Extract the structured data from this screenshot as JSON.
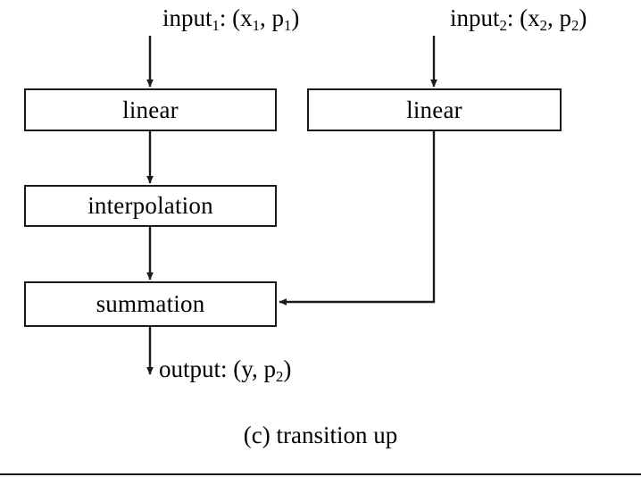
{
  "figure": {
    "caption": "(c) transition up",
    "background_color": "#ffffff",
    "stroke_color": "#1a1a1a"
  },
  "inputs": [
    {
      "name": "input-1",
      "prefix": "input",
      "sub": "1",
      "args": ": (x",
      "arg_sub_1": "1",
      "arg_mid": ", p",
      "arg_sub_2": "1",
      "arg_end": ")",
      "full_text": "input1: (x1, p1)"
    },
    {
      "name": "input-2",
      "prefix": "input",
      "sub": "2",
      "args": ": (x",
      "arg_sub_1": "2",
      "arg_mid": ", p",
      "arg_sub_2": "2",
      "arg_end": ")",
      "full_text": "input2: (x2, p2)"
    }
  ],
  "nodes": [
    {
      "id": "linear-left",
      "label": "linear"
    },
    {
      "id": "linear-right",
      "label": "linear"
    },
    {
      "id": "interpolation",
      "label": "interpolation"
    },
    {
      "id": "summation",
      "label": "summation"
    }
  ],
  "output": {
    "prefix": "output: (y, p",
    "sub": "2",
    "suffix": ")",
    "full_text": "output: (y, p2)"
  }
}
